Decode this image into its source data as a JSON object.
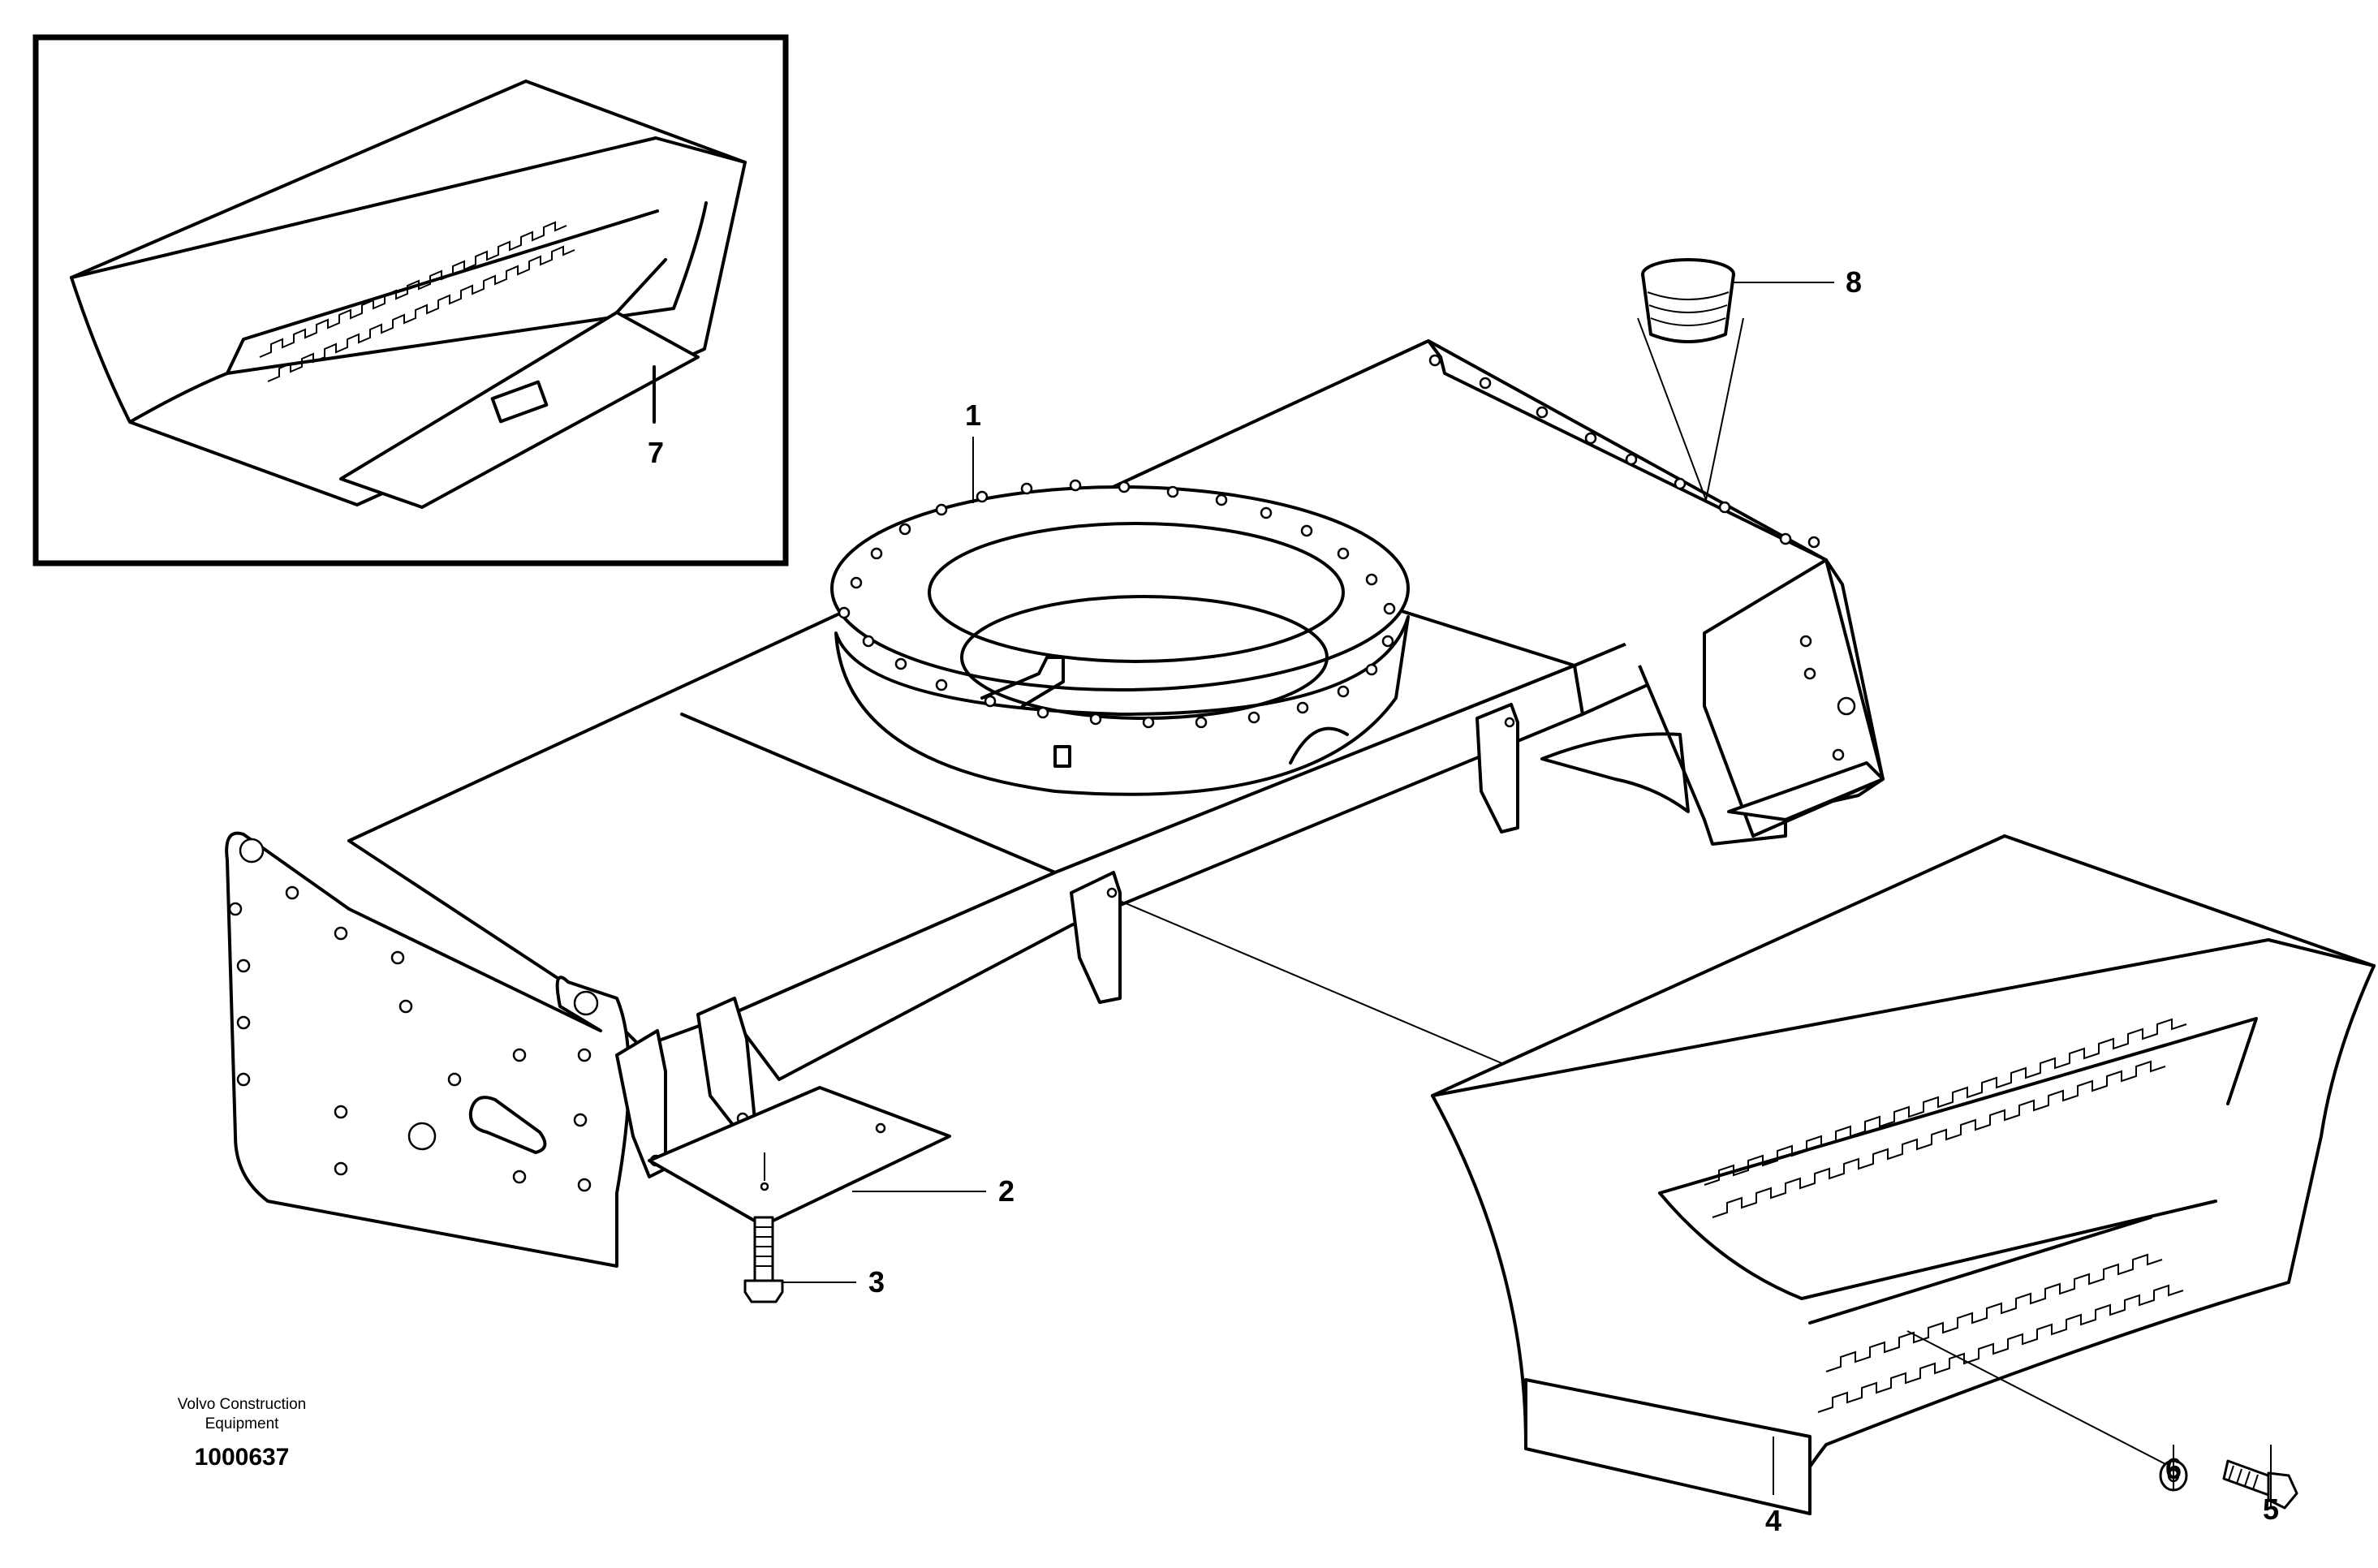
{
  "callouts": [
    {
      "id": "1",
      "text": "1"
    },
    {
      "id": "2",
      "text": "2"
    },
    {
      "id": "3",
      "text": "3"
    },
    {
      "id": "4",
      "text": "4"
    },
    {
      "id": "5",
      "text": "5"
    },
    {
      "id": "6",
      "text": "6"
    },
    {
      "id": "7",
      "text": "7"
    },
    {
      "id": "8",
      "text": "8"
    }
  ],
  "credit": {
    "line1": "Volvo Construction",
    "line2": "Equipment",
    "doc_number": "1000637"
  }
}
